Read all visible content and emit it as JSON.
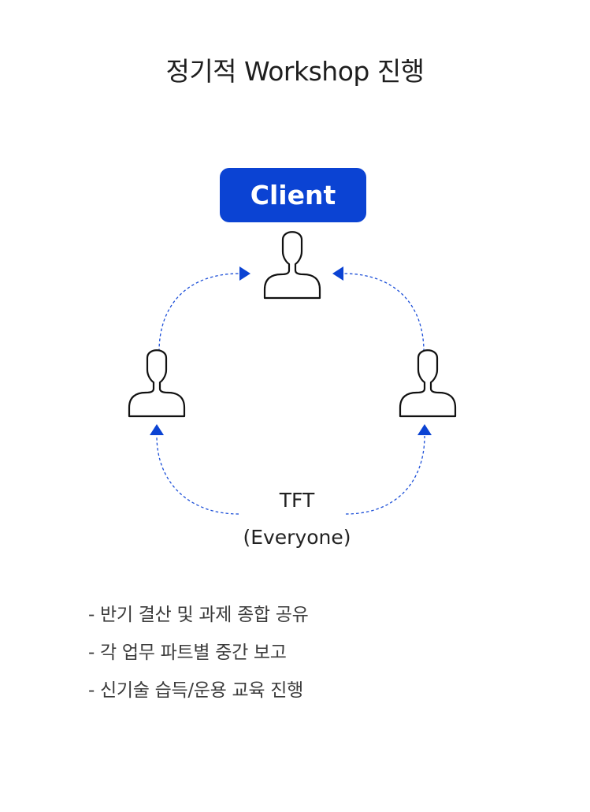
{
  "title": "정기적 Workshop 진행",
  "client_label": "Client",
  "tft": {
    "name": "TFT",
    "sub": "(Everyone)"
  },
  "notes": [
    "- 반기 결산 및 과제 종합 공유",
    "- 각 업무 파트별 중간 보고",
    "- 신기술 습득/운용 교육 진행"
  ],
  "colors": {
    "accent": "#0b43d3",
    "text": "#222222"
  },
  "icons": {
    "person": "person-icon",
    "arrow": "triangle-arrow-icon"
  }
}
